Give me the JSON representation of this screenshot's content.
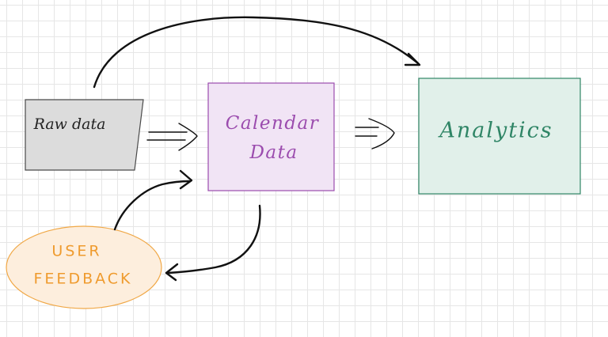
{
  "nodes": {
    "raw_data": {
      "label": "Raw data"
    },
    "calendar_data": {
      "line1": "Calendar",
      "line2": "Data"
    },
    "analytics": {
      "label": "Analytics"
    },
    "user_feedback": {
      "line1": "USER",
      "line2": "FEEDBACK"
    }
  },
  "colors": {
    "raw_fill": "#dcdcdc",
    "raw_stroke": "#4a4a4a",
    "raw_text": "#222222",
    "calendar_fill": "#f1e4f5",
    "calendar_stroke": "#9b4cae",
    "calendar_text": "#9b4cae",
    "analytics_fill": "#e1f0ea",
    "analytics_stroke": "#2f8566",
    "analytics_text": "#2f8566",
    "feedback_fill": "#fdeedd",
    "feedback_stroke": "#f0a847",
    "feedback_text": "#ef9b2e",
    "arrow": "#111111"
  },
  "edges": [
    {
      "from": "raw_data",
      "to": "analytics",
      "style": "curved"
    },
    {
      "from": "raw_data",
      "to": "calendar_data",
      "style": "double-arrow"
    },
    {
      "from": "calendar_data",
      "to": "analytics",
      "style": "double-arrow"
    },
    {
      "from": "calendar_data",
      "to": "user_feedback",
      "style": "curved"
    },
    {
      "from": "user_feedback",
      "to": "calendar_data",
      "style": "curved"
    }
  ]
}
